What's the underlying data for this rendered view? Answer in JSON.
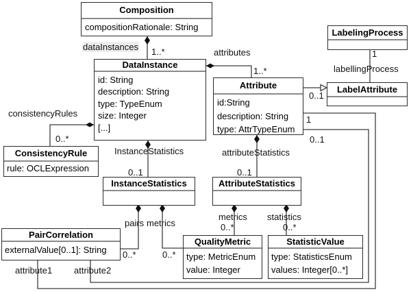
{
  "diagram": {
    "classes": {
      "composition": {
        "name": "Composition",
        "attrs": [
          "compositionRationale: String"
        ]
      },
      "dataInstance": {
        "name": "DataInstance",
        "attrs": [
          "id: String",
          "description: String",
          "type: TypeEnum",
          "size: Integer",
          "[...]"
        ]
      },
      "attribute": {
        "name": "Attribute",
        "attrs": [
          "id:String",
          "description: String",
          "type: AttrTypeEnum"
        ]
      },
      "labelingProcess": {
        "name": "LabelingProcess",
        "attrs": []
      },
      "labelAttribute": {
        "name": "LabelAttribute",
        "attrs": []
      },
      "consistencyRule": {
        "name": "ConsistencyRule",
        "attrs": [
          "rule: OCLExpression"
        ]
      },
      "instanceStatistics": {
        "name": "InstanceStatistics",
        "attrs": []
      },
      "attributeStatistics": {
        "name": "AttributeStatistics",
        "attrs": []
      },
      "pairCorrelation": {
        "name": "PairCorrelation",
        "attrs": [
          "externalValue[0..1]: String"
        ]
      },
      "qualityMetric": {
        "name": "QualityMetric",
        "attrs": [
          "type: MetricEnum",
          "value: Integer"
        ]
      },
      "statisticValue": {
        "name": "StatisticValue",
        "attrs": [
          "type: StatisticsEnum",
          "values: Integer[0..*]"
        ]
      }
    },
    "edges": {
      "composition_dataInstance": {
        "role": "dataInstances",
        "multiplicity": "1..*"
      },
      "dataInstance_attribute": {
        "role": "attributes",
        "multiplicity": "1..*"
      },
      "labelingProcess_labelAttribute": {
        "role": "labellingProcess",
        "multiplicity": "1"
      },
      "attribute_labelAttribute": {
        "multiplicity": "0..1"
      },
      "dataInstance_consistencyRule": {
        "role": "consistencyRules",
        "multiplicity": "0..*"
      },
      "dataInstance_instanceStatistics": {
        "role": "InstanceStatistics",
        "multiplicity": "0..1"
      },
      "attribute_attributeStatistics": {
        "role": "attributeStatistics",
        "multiplicity": "0..1"
      },
      "instanceStatistics_pairCorrelation": {
        "role": "pairs",
        "multiplicity": "0..*"
      },
      "instanceStatistics_qualityMetric": {
        "role": "metrics",
        "multiplicity": "0..*"
      },
      "attributeStatistics_qualityMetric": {
        "role": "metrics",
        "multiplicity": "0..*"
      },
      "attributeStatistics_statisticValue": {
        "role": "statistics",
        "multiplicity": "0..*"
      },
      "attribute_pairCorrelation_1": {
        "role": "attribute1",
        "multiplicity": "1"
      },
      "attribute_pairCorrelation_2": {
        "role": "attribute2",
        "multiplicity": "0..1"
      }
    },
    "colors": {
      "line": "#3c3c3c",
      "box_border": "#2b2b2b",
      "divider": "#8a8a8a",
      "background": "#ffffff",
      "text": "#000000",
      "label_highlight": "#ededed"
    }
  }
}
